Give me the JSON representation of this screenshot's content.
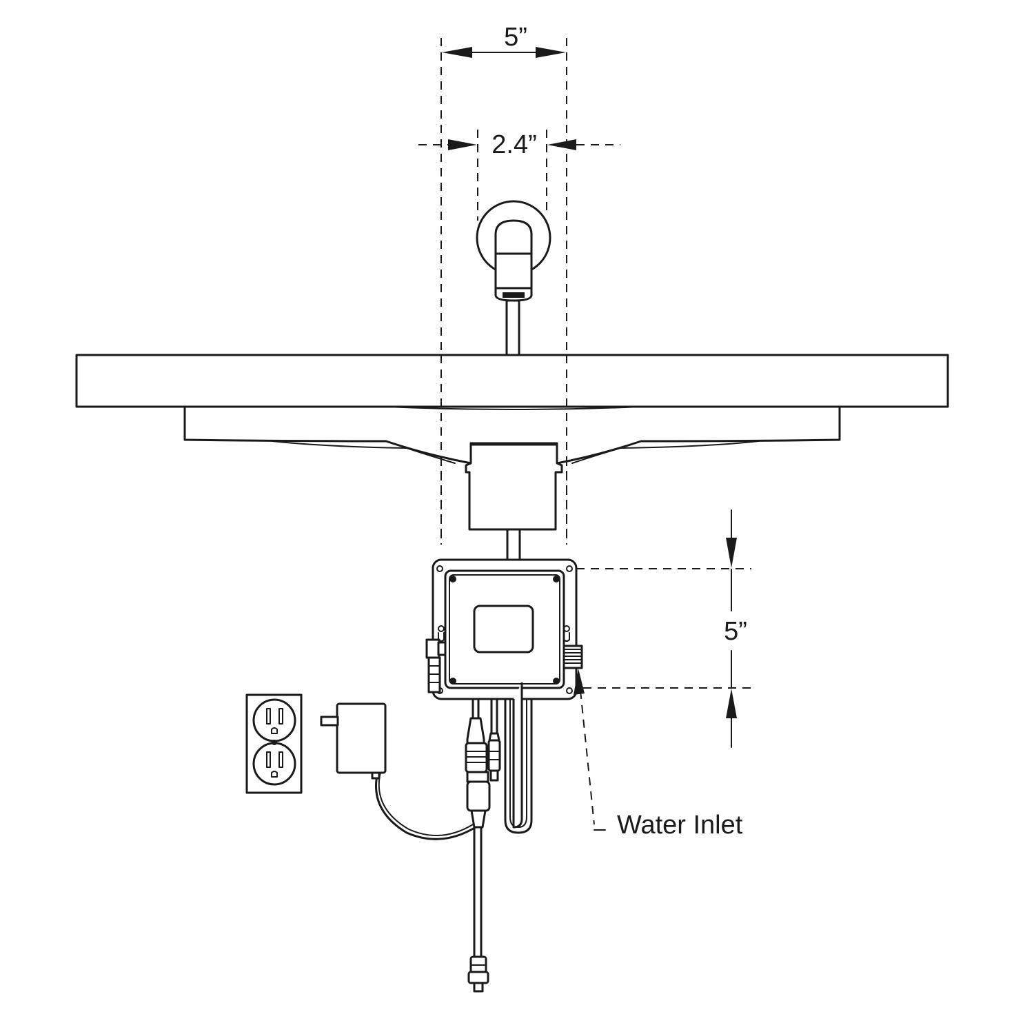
{
  "dimensions": {
    "outer_width": "5”",
    "spout_width": "2.4”",
    "box_height": "5”"
  },
  "callouts": {
    "water_inlet": "Water Inlet"
  },
  "colors": {
    "line": "#1a1a1a",
    "background": "#ffffff"
  }
}
